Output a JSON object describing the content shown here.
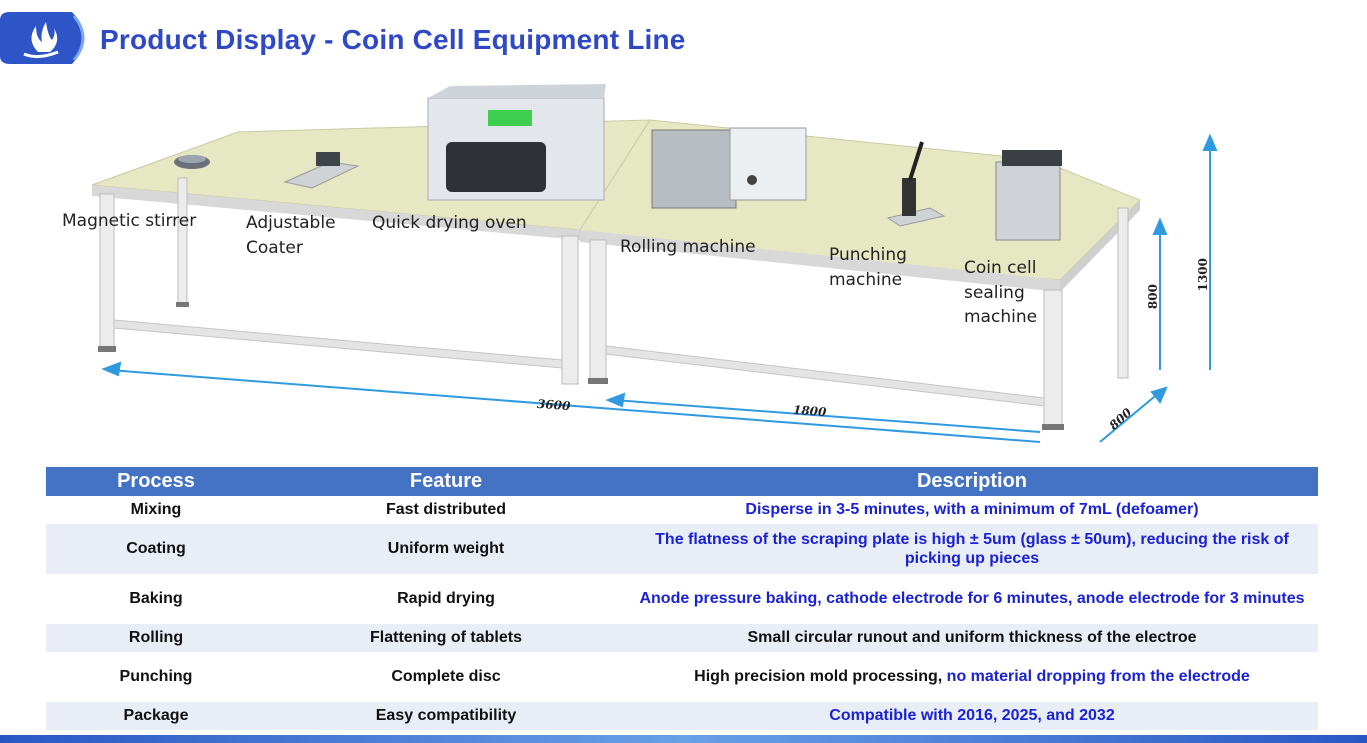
{
  "header": {
    "logo_icon": "flame-logo-icon",
    "title": "Product Display - Coin Cell Equipment Line"
  },
  "scene": {
    "labels": {
      "magnetic_stirrer": "Magnetic stirrer",
      "adjustable_coater": "Adjustable Coater",
      "quick_drying_oven": "Quick drying oven",
      "rolling_machine": "Rolling machine",
      "punching_machine": "Punching machine",
      "coin_cell_sealing_machine": "Coin cell sealing machine"
    },
    "dimensions": {
      "length_total": "3600",
      "length_half": "1800",
      "depth": "800",
      "table_height": "800",
      "total_height": "1300"
    },
    "colors": {
      "tabletop": "#e6e8c4",
      "legs": "#ececec",
      "arrows": "#2f9ae0"
    }
  },
  "table": {
    "headers": [
      "Process",
      "Feature",
      "Description"
    ],
    "rows": [
      {
        "process": "Mixing",
        "feature": "Fast distributed",
        "description": "Disperse  in 3-5 minutes, with a minimum of 7mL  (defoamer)",
        "desc_color": "blue"
      },
      {
        "process": "Coating",
        "feature": "Uniform weight",
        "description": "The flatness of the scraping plate is high ± 5um  (glass ± 50um), reducing the risk of picking up pieces",
        "desc_color": "blue"
      },
      {
        "process": "Baking",
        "feature": "Rapid drying",
        "description": "Anode pressure baking, cathode electrode for 6 minutes, anode electrode for 3 minutes",
        "desc_color": "blue"
      },
      {
        "process": "Rolling",
        "feature": "Flattening of tablets",
        "description": "Small circular runout and uniform thickness of the electroe",
        "desc_color": "black"
      },
      {
        "process": "Punching",
        "feature": "Complete disc",
        "description_black": "High precision mold processing,",
        "description_blue": " no material dropping from the electrode",
        "desc_color": "mixed"
      },
      {
        "process": "Package",
        "feature": "Easy compatibility",
        "description": "Compatible with 2016, 2025, and 2032",
        "desc_color": "blue"
      }
    ],
    "colors": {
      "header_bg": "#4472c4",
      "stripe": "#e9edf5",
      "blue_text": "#1a22d6"
    }
  }
}
